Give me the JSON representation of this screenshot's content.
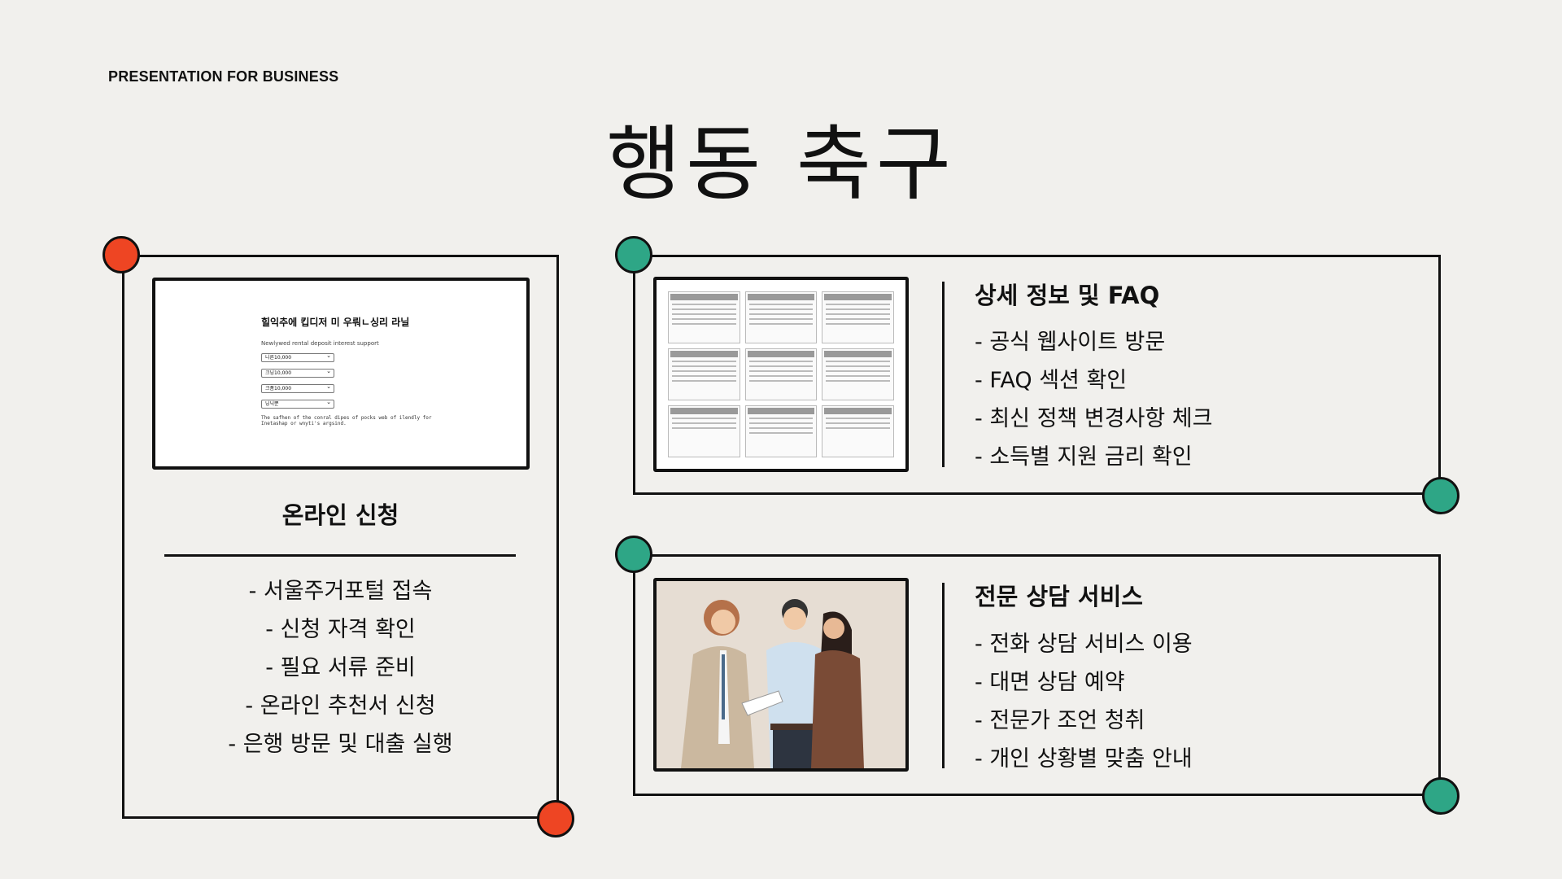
{
  "header": {
    "eyebrow": "PRESENTATION FOR BUSINESS",
    "title": "행동 축구"
  },
  "colors": {
    "background": "#f1f0ed",
    "accent_red": "#ee4523",
    "accent_green": "#2ea686",
    "ink": "#111111"
  },
  "online_card": {
    "heading": "온라인 신청",
    "items": [
      "- 서울주거포털 접속",
      "- 신청 자격 확인",
      "- 필요 서류 준비",
      "- 온라인 추천서 신청",
      "- 은행 방문 및 대출 실행"
    ],
    "form_image": {
      "title": "힐익추에 킵디저 미 우뤄ㄴ싱리 라닐",
      "subtitle": "Newlywed rental deposit interest support",
      "selects": [
        "니른10,000",
        "크닝10,000",
        "크폼10,000",
        "닝닉뿐"
      ],
      "note": "The safhen of the conral dipes of pocks web of ilendly for Inetashap or wnyti's argsind."
    }
  },
  "faq_card": {
    "heading": "상세 정보 및 FAQ",
    "items": [
      "- 공식 웹사이트 방문",
      "- FAQ 섹션 확인",
      "- 최신 정책 변경사항 체크",
      "- 소득별 지원 금리 확인"
    ]
  },
  "consult_card": {
    "heading": "전문 상담 서비스",
    "items": [
      "- 전화 상담 서비스 이용",
      "- 대면 상담 예약",
      "- 전문가 조언 청취",
      "- 개인 상황별 맞춤 안내"
    ]
  }
}
